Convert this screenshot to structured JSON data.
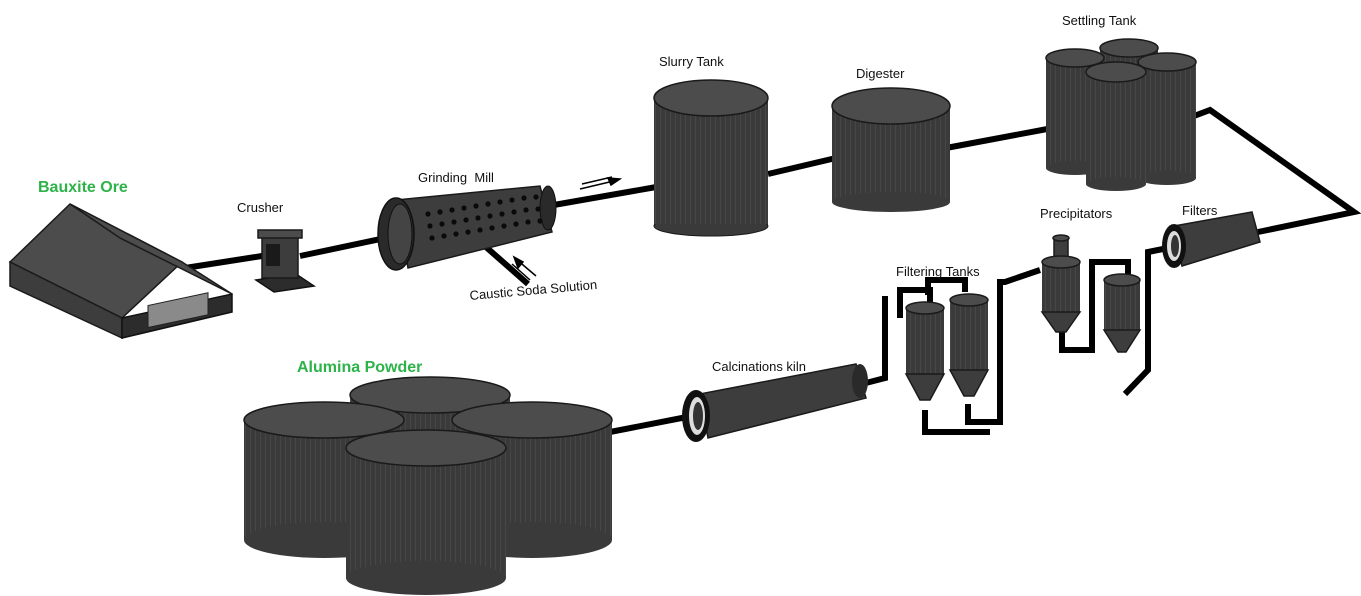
{
  "labels": {
    "bauxite_ore": "Bauxite Ore",
    "crusher": "Crusher",
    "grinding_mill": "Grinding  Mill",
    "caustic_soda": "Caustic Soda Solution",
    "slurry_tank": "Slurry Tank",
    "digester": "Digester",
    "settling_tank": "Settling Tank",
    "filters": "Filters",
    "precipitators": "Precipitators",
    "filtering_tanks": "Filtering Tanks",
    "calcination_kiln": "Calcinations kiln",
    "alumina_powder": "Alumina Powder"
  },
  "colors": {
    "label_accent": "#2db34a",
    "equipment": "#3d3d3d",
    "pipe": "#000000"
  }
}
